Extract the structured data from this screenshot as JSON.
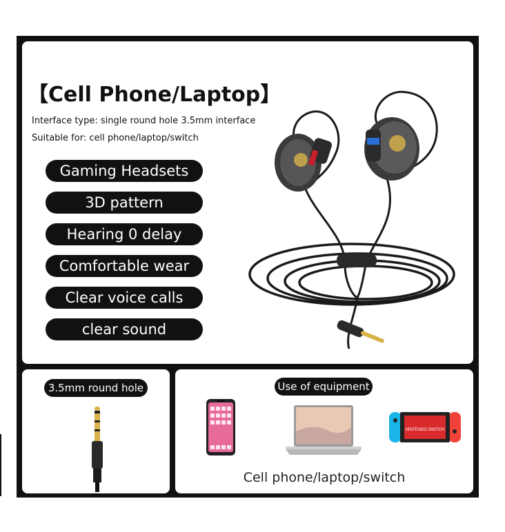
{
  "main": {
    "title": "【Cell Phone/Laptop】",
    "specs": [
      "Interface type: single round hole 3.5mm interface",
      "Suitable for: cell phone/laptop/switch"
    ],
    "features": [
      "Gaming Headsets",
      "3D pattern",
      "Hearing 0 delay",
      "Comfortable wear",
      "Clear voice calls",
      "clear sound"
    ]
  },
  "jack": {
    "badge": "3.5mm round hole"
  },
  "devices": {
    "badge": "Use of equipment",
    "caption": "Cell phone/laptop/switch",
    "switch_logo": "NINTENDO SWITCH"
  },
  "colors": {
    "frame": "#111111",
    "pill_bg": "#111111",
    "pill_text": "#ffffff",
    "earbud_accent_red": "#c8202a",
    "earbud_accent_blue": "#2a6fd8",
    "jack_gold": "#d8b24a",
    "switch_left": "#1ab4e8",
    "switch_right": "#f0413a"
  },
  "icons": [
    "earphones-icon",
    "audio-jack-icon",
    "smartphone-icon",
    "laptop-icon",
    "game-console-icon"
  ]
}
